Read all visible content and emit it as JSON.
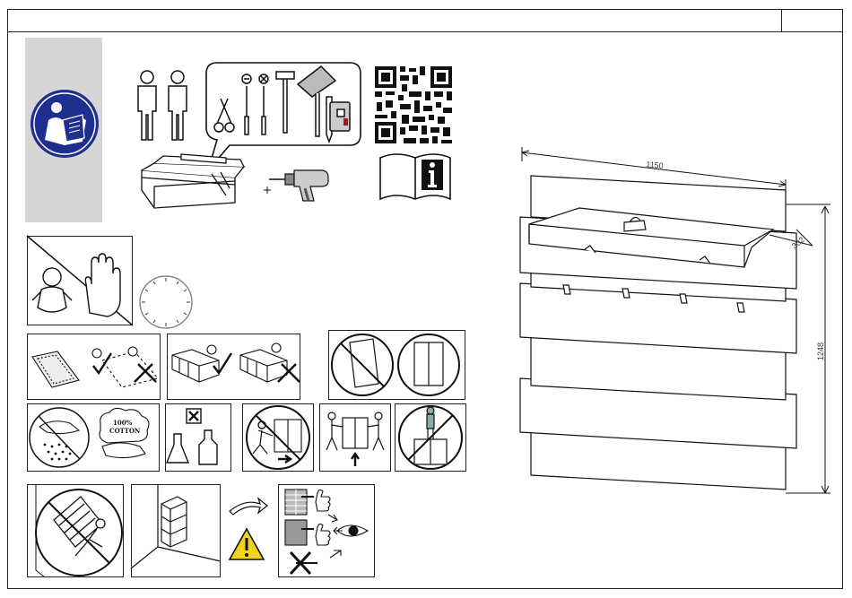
{
  "header": {
    "title_cell": "",
    "code_cell": ""
  },
  "icons": {
    "read_manual": "read-instructions-icon",
    "two_persons": "two-persons-icon",
    "tools": "tools-callout-icon",
    "qr": "qr-code-icon",
    "info_booklet": "info-booklet-icon"
  },
  "dimensions": {
    "width": "1150",
    "depth": "302",
    "height": "1248"
  },
  "labels": {
    "cotton_line1": "100%",
    "cotton_line2": "COTTON"
  },
  "colors": {
    "accent_blue": "#1f2f8f",
    "warning_yellow": "#f2d21b",
    "strip_gray": "#d6d6d6"
  }
}
